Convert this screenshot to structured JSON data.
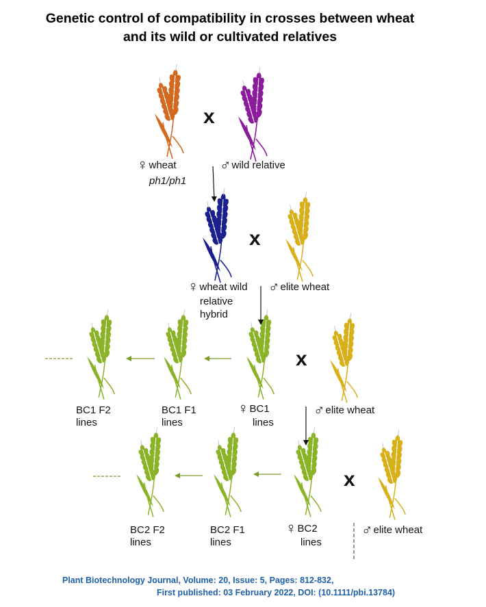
{
  "title": {
    "line1": "Genetic control of compatibility in crosses between wheat",
    "line2": "and its wild or cultivated relatives"
  },
  "colors": {
    "wheat_parent": "#d2691e",
    "wild_relative": "#8b1a9c",
    "hybrid": "#1a1f8c",
    "elite_wheat": "#d8b01a",
    "backcross_lines": "#8ab327",
    "citation": "#1f5fa8"
  },
  "symbols": {
    "female": "♀",
    "male": "♂",
    "cross": "x"
  },
  "generations": {
    "parents": {
      "female_label": "wheat",
      "female_genotype": "ph1/ph1",
      "male_label": "wild relative"
    },
    "hybrid": {
      "female_label_line1": "wheat wild",
      "female_label_line2": "relative",
      "female_label_line3": "hybrid",
      "male_label": "elite wheat"
    },
    "bc1": {
      "female_label_line1": "BC1",
      "female_label_line2": "lines",
      "male_label": "elite wheat",
      "f1_line1": "BC1 F1",
      "f1_line2": "lines",
      "f2_line1": "BC1 F2",
      "f2_line2": "lines"
    },
    "bc2": {
      "female_label_line1": "BC2",
      "female_label_line2": "lines",
      "male_label": "elite wheat",
      "f1_line1": "BC2 F1",
      "f1_line2": "lines",
      "f2_line1": "BC2 F2",
      "f2_line2": "lines"
    }
  },
  "citation": {
    "line1": "Plant Biotechnology Journal, Volume: 20, Issue: 5, Pages: 812-832,",
    "line2": "First published: 03 February 2022, DOI: (10.1111/pbi.13784)"
  }
}
